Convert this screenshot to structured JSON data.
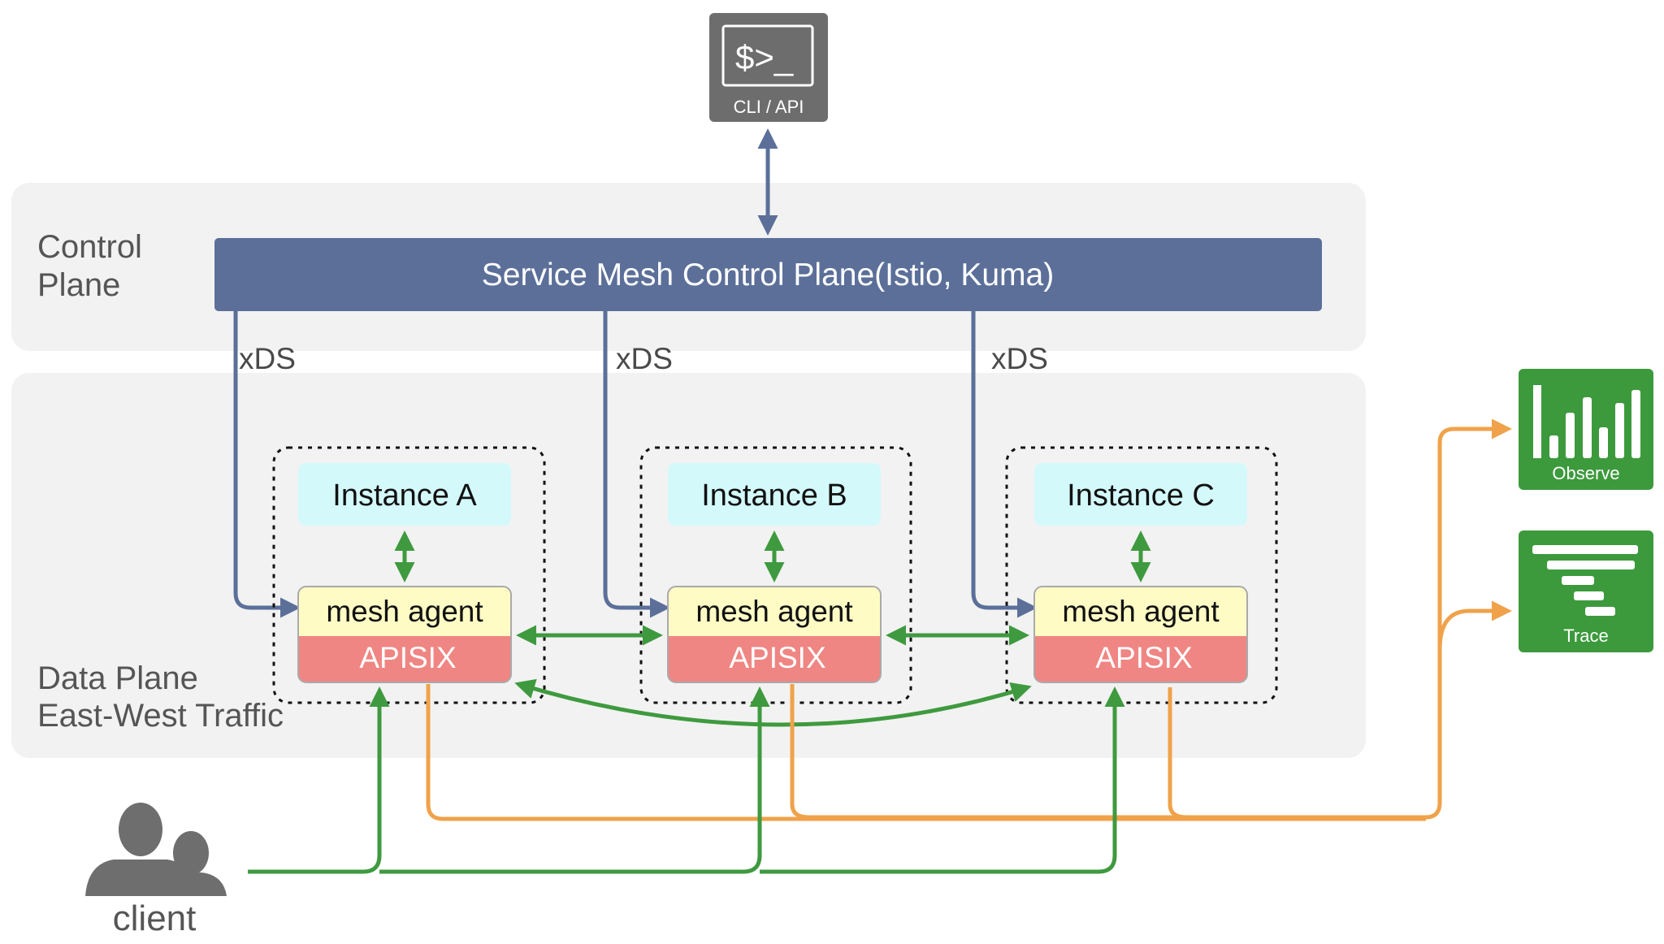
{
  "cli": {
    "prompt": "$>_",
    "label": "CLI / API"
  },
  "control_plane": {
    "zone_label_line1": "Control",
    "zone_label_line2": "Plane",
    "box_label": "Service Mesh Control Plane(Istio, Kuma)"
  },
  "data_plane": {
    "zone_label_line1": "Data Plane",
    "zone_label_line2": "East-West Traffic"
  },
  "xds_labels": [
    "xDS",
    "xDS",
    "xDS"
  ],
  "instances": [
    {
      "instance": "Instance A",
      "agent": "mesh agent",
      "gateway": "APISIX"
    },
    {
      "instance": "Instance B",
      "agent": "mesh agent",
      "gateway": "APISIX"
    },
    {
      "instance": "Instance C",
      "agent": "mesh agent",
      "gateway": "APISIX"
    }
  ],
  "observe": {
    "label": "Observe"
  },
  "trace": {
    "label": "Trace"
  },
  "client": {
    "label": "client"
  },
  "colors": {
    "control_blue": "#5b6f99",
    "instance_cyan": "#d4f9fb",
    "agent_yellow": "#fefbc4",
    "apisix_red": "#ef8683",
    "traffic_green": "#3f9a3f",
    "telemetry_orange": "#f0a24a",
    "cli_gray": "#6d6d6d"
  },
  "icons": [
    "terminal-icon",
    "bar-chart-icon",
    "trace-waterfall-icon",
    "users-icon"
  ]
}
